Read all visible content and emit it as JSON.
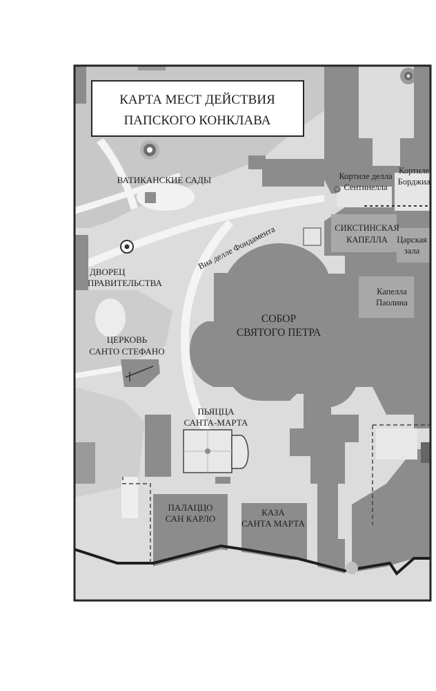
{
  "map": {
    "title_line1": "КАРТА МЕСТ ДЕЙСТВИЯ",
    "title_line2": "ПАПСКОГО КОНКЛАВА",
    "labels": {
      "vatican_gardens": "ВАТИКАНСКИЕ САДЫ",
      "cortile_sentinella_1": "Кортиле делла",
      "cortile_sentinella_2": "Сентинелла",
      "cortile_borgia_1": "Кортиле",
      "cortile_borgia_2": "Борджиа",
      "via_fondamenta": "Виа делле Фондамента",
      "sistine_1": "СИКСТИНСКАЯ",
      "sistine_2": "КАПЕЛЛА",
      "sala_regia_1": "Царская",
      "sala_regia_2": "зала",
      "governorate_1": "ДВОРЕЦ",
      "governorate_2": "ПРАВИТЕЛЬСТВА",
      "paolina_1": "Капелла",
      "paolina_2": "Паолина",
      "basilica_1": "СОБОР",
      "basilica_2": "СВЯТОГО ПЕТРА",
      "santo_stefano_1": "ЦЕРКОВЬ",
      "santo_stefano_2": "САНТО СТЕФАНО",
      "piazza_santa_marta_1": "ПЬЯЦЦА",
      "piazza_santa_marta_2": "САНТА-МАРТА",
      "palazzo_san_carlo_1": "ПАЛАЦЦО",
      "palazzo_san_carlo_2": "САН КАРЛО",
      "casa_santa_marta_1": "КАЗА",
      "casa_santa_marta_2": "САНТА МАРТА"
    },
    "colors": {
      "background": "#ffffff",
      "light_area": "#dcdcdc",
      "mid_area": "#c4c4c4",
      "building": "#8c8c8c",
      "road": "#f4f4f4",
      "frame": "#262626",
      "text": "#1e1e1e"
    }
  }
}
